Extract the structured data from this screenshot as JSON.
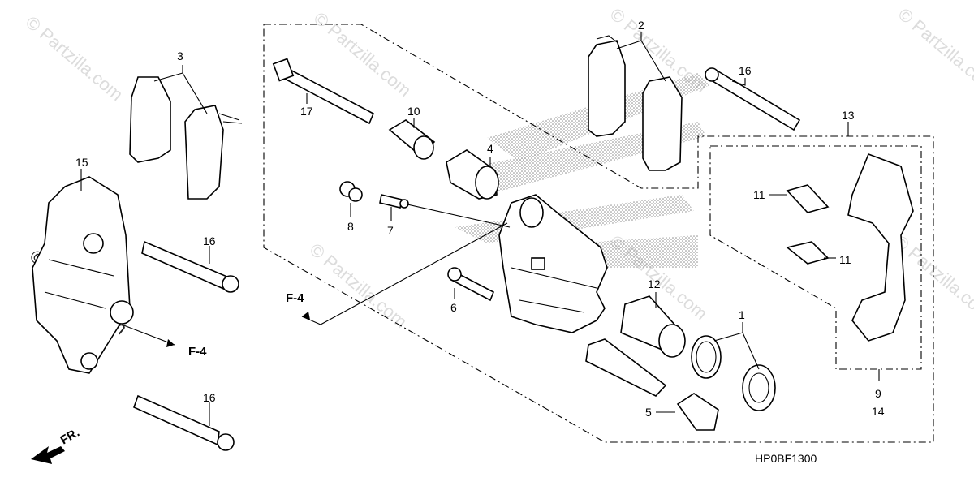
{
  "diagram": {
    "code": "HP0BF1300",
    "watermark": "© Partzilla.com",
    "direction_label": "FR.",
    "ref_label": "F-4"
  },
  "callouts": {
    "c1": "1",
    "c2": "2",
    "c3": "3",
    "c4": "4",
    "c5": "5",
    "c6": "6",
    "c7": "7",
    "c8": "8",
    "c9": "9",
    "c10": "10",
    "c11a": "11",
    "c11b": "11",
    "c12": "12",
    "c13": "13",
    "c14": "14",
    "c15": "15",
    "c16a": "16",
    "c16b": "16",
    "c16c": "16",
    "c17": "17"
  },
  "colors": {
    "line": "#000000",
    "watermark": "#dcdcdc"
  }
}
